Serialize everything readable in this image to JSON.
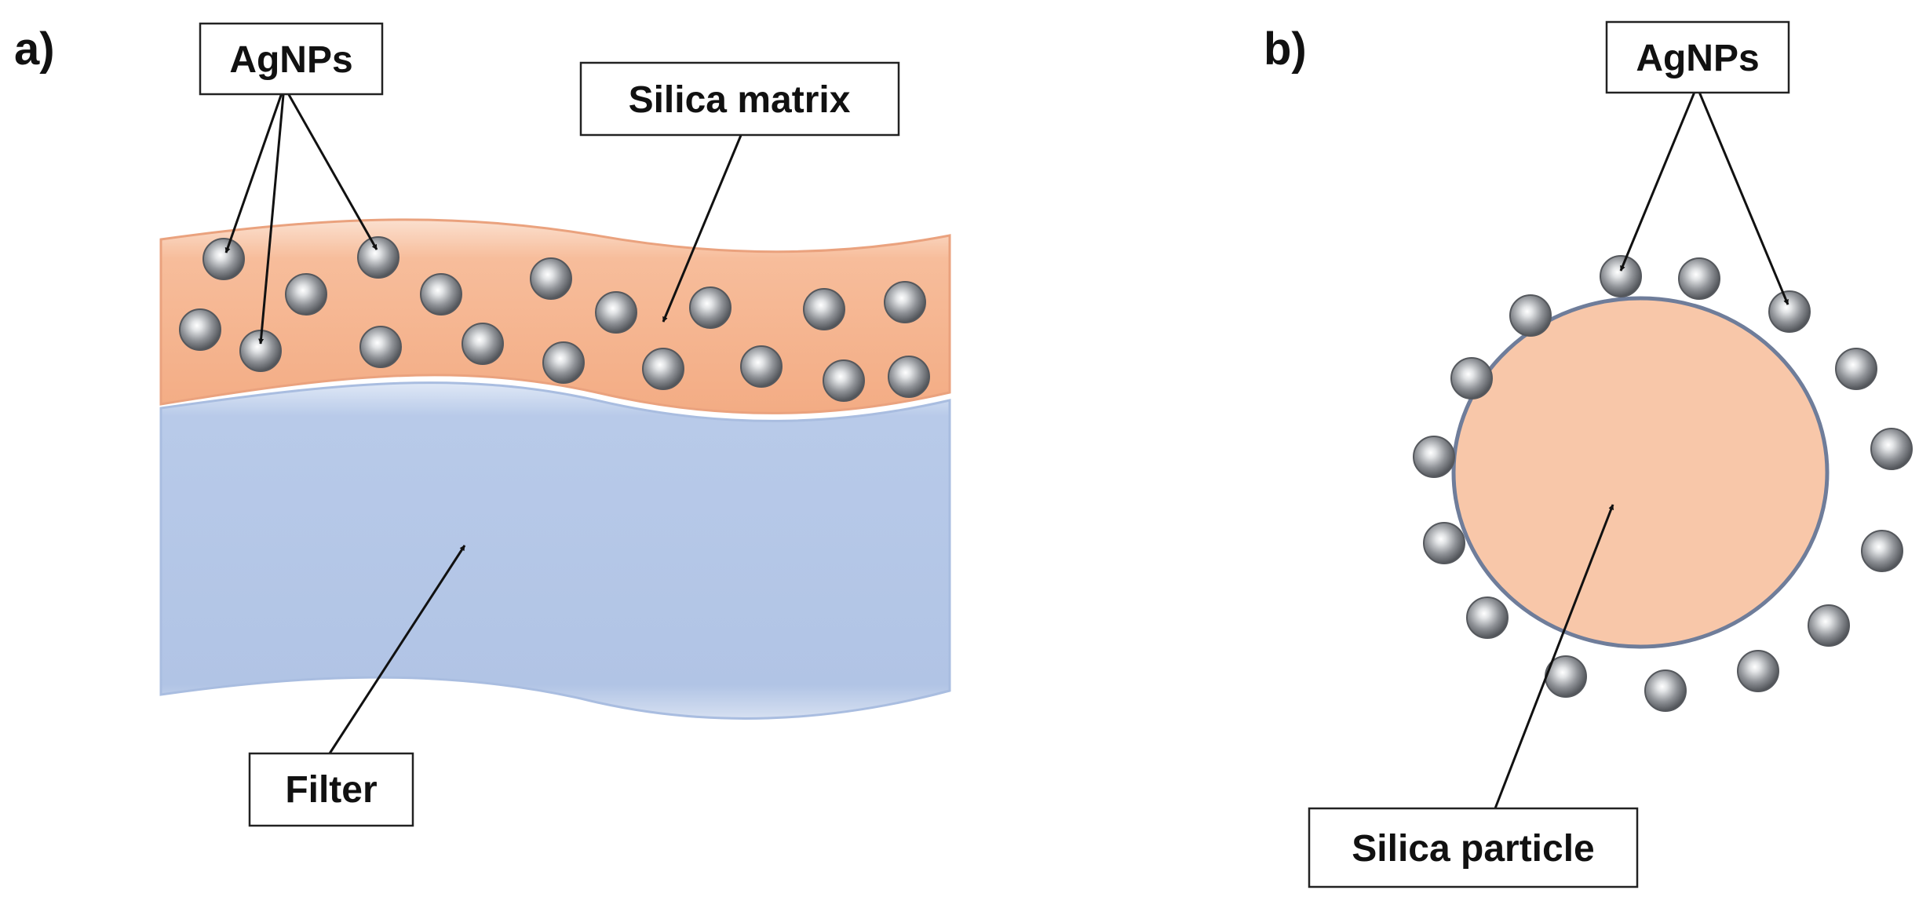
{
  "panels": {
    "a": {
      "label": "a)",
      "callouts": {
        "agnps": "AgNPs",
        "silica_matrix": "Silica matrix",
        "filter": "Filter"
      }
    },
    "b": {
      "label": "b)",
      "callouts": {
        "agnps": "AgNPs",
        "silica_particle": "Silica particle"
      }
    }
  },
  "colors": {
    "silica": "#f5b48f",
    "silica_edge": "#e8a07c",
    "filter": "#b3c6e7",
    "filter_edge": "#9fb3d9",
    "particle_fill": "#f8c7a9",
    "particle_edge": "#6f7d9a",
    "nanoparticle": "#8a8d92"
  }
}
